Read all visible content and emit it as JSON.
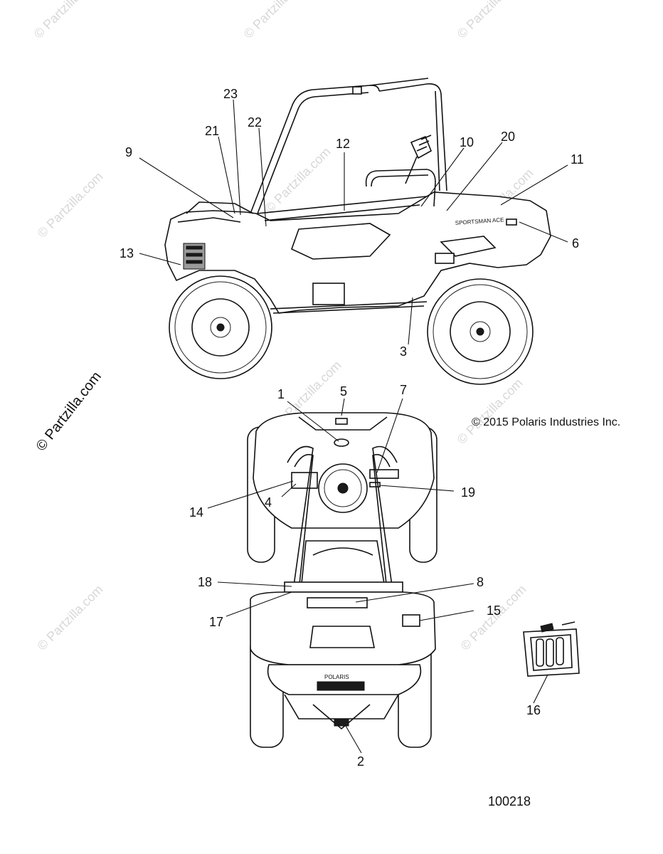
{
  "watermark": {
    "brand_text": "© Partzilla.com",
    "small_text": "© Partzilla.com"
  },
  "copyright": "© 2015 Polaris Industries Inc.",
  "diagram_id": "100218",
  "decal_texts": {
    "side_decal": "SPORTSMAN ACE",
    "front_logo": "POLARIS"
  },
  "callouts": [
    "1",
    "2",
    "3",
    "4",
    "5",
    "6",
    "7",
    "8",
    "9",
    "10",
    "11",
    "12",
    "13",
    "14",
    "15",
    "16",
    "17",
    "18",
    "19",
    "20",
    "21",
    "22",
    "23"
  ]
}
